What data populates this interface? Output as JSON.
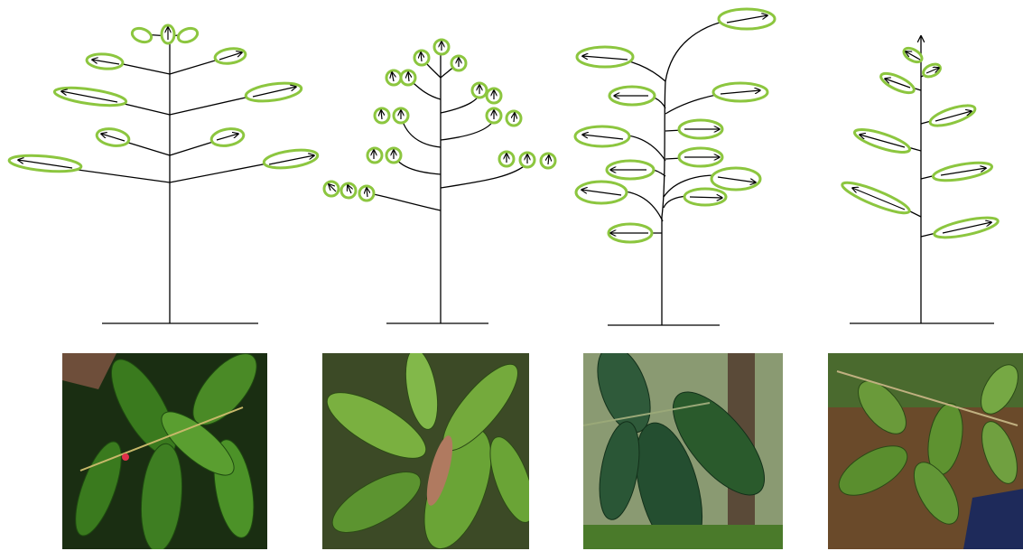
{
  "colors": {
    "leaf_outline": "#8cc63f",
    "leaf_fill": "#ffffff",
    "stem": "#000000",
    "arrow": "#000000",
    "background": "#ffffff"
  },
  "panels": [
    {
      "name": "architecture-model-1",
      "structure": "straight-branches-opposite-leaves",
      "photo_subject": "branch-with-glossy-leaves"
    },
    {
      "name": "architecture-model-2",
      "structure": "curved-branches-upward-leaves",
      "photo_subject": "leaf-rosette"
    },
    {
      "name": "architecture-model-3",
      "structure": "sympodial-curved-trunk",
      "photo_subject": "large-dark-leaves"
    },
    {
      "name": "architecture-model-4",
      "structure": "alternate-leaves-single-axis",
      "photo_subject": "alternate-leaves-forest-floor"
    }
  ]
}
